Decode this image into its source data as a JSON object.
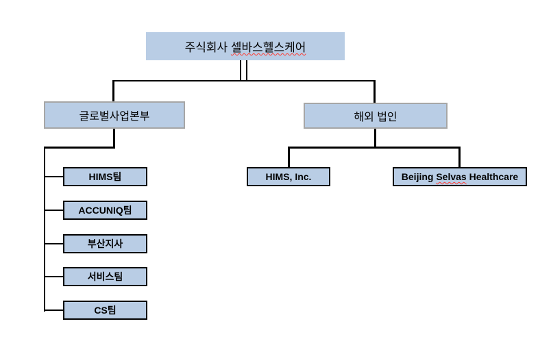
{
  "diagram": {
    "type": "org-chart",
    "background": "#ffffff",
    "colors": {
      "box_fill": "#b9cde5",
      "level2_border": "#a6a6a6",
      "leaf_border": "#000000",
      "connector": "#000000",
      "spellcheck_squiggle": "#ff3b30"
    }
  },
  "org": {
    "root": {
      "prefix": "주식회사 ",
      "marked": "셀바스헬스케어"
    },
    "level2": {
      "global_division": "글로벌사업본부",
      "overseas": "해외 법인"
    },
    "teams": [
      "HIMS팀",
      "ACCUNIQ팀",
      "부산지사",
      "서비스팀",
      "CS팀"
    ],
    "overseas_entities": {
      "hims_inc": "HIMS, Inc.",
      "beijing_prefix": "Beijing ",
      "beijing_marked": "Selvas",
      "beijing_suffix": " Healthcare"
    }
  }
}
